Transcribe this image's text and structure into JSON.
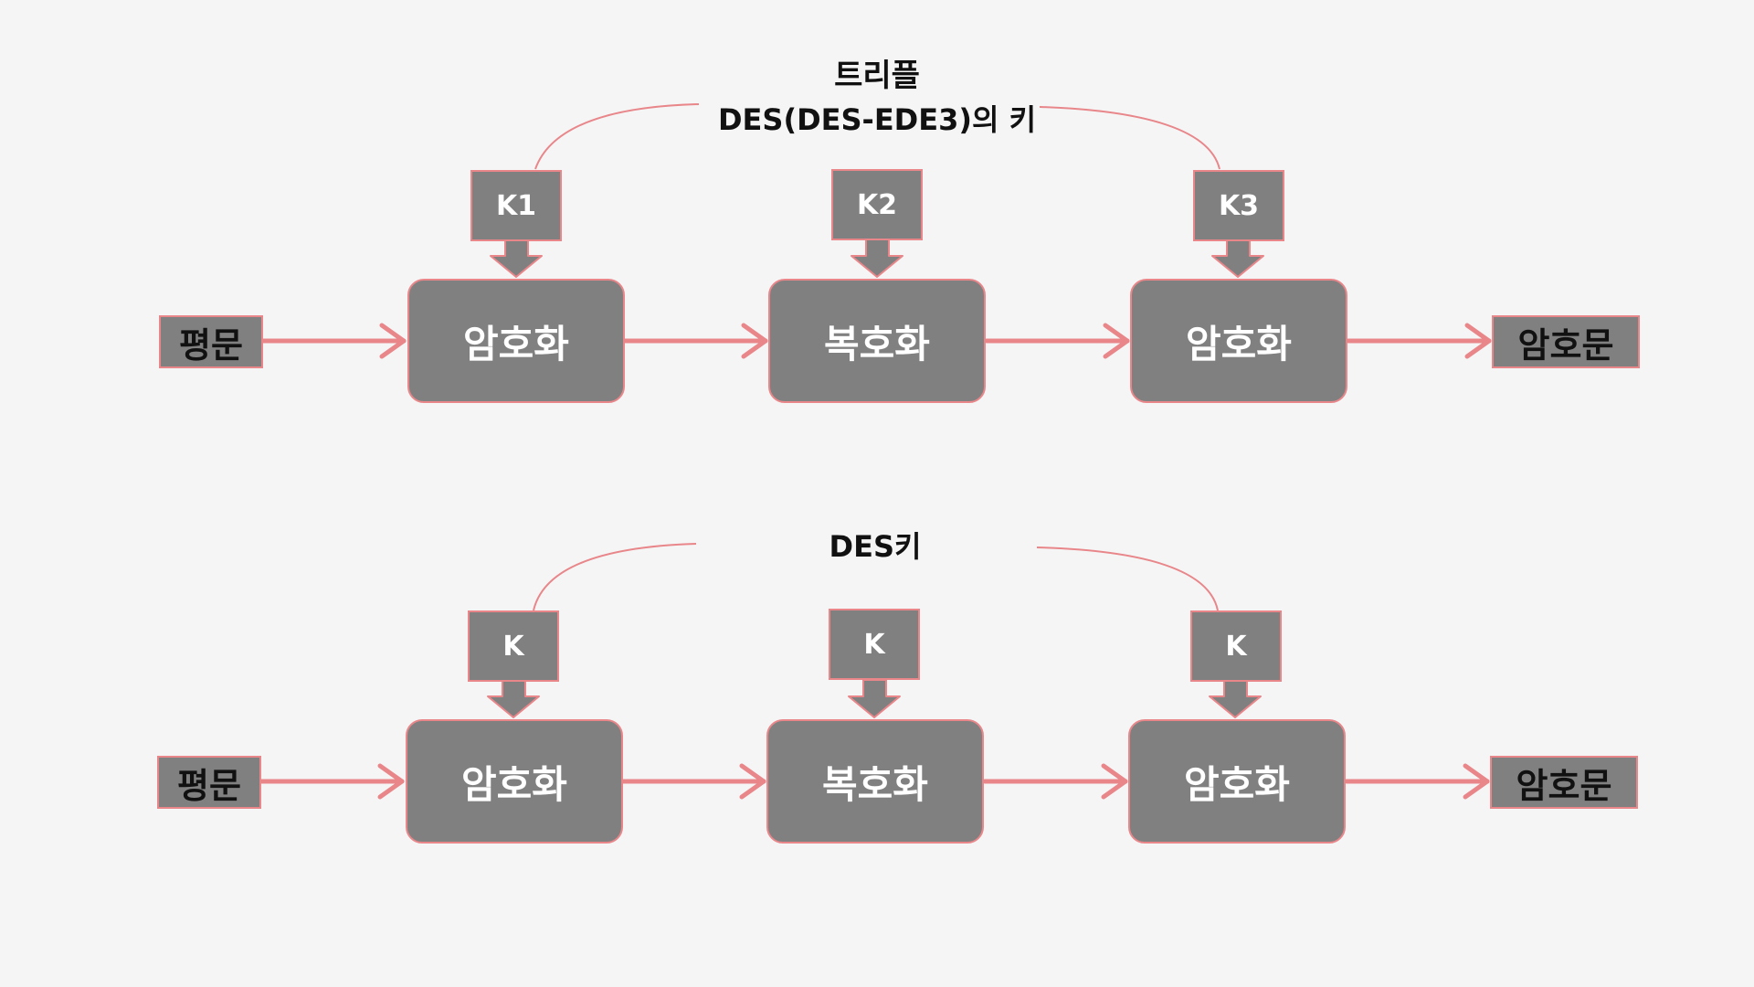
{
  "diagram_top": {
    "title_line1": "트리플",
    "title_line2": "DES(DES-EDE3)의 키",
    "input": "평문",
    "stage1": "암호화",
    "stage2": "복호화",
    "stage3": "암호화",
    "output": "암호문",
    "key1": "K1",
    "key2": "K2",
    "key3": "K3"
  },
  "diagram_bottom": {
    "title": "DES키",
    "input": "평문",
    "stage1": "암호화",
    "stage2": "복호화",
    "stage3": "암호화",
    "output": "암호문",
    "key1": "K",
    "key2": "K",
    "key3": "K"
  },
  "colors": {
    "background": "#f5f5f5",
    "box_fill": "#808080",
    "accent": "#e8868a"
  }
}
